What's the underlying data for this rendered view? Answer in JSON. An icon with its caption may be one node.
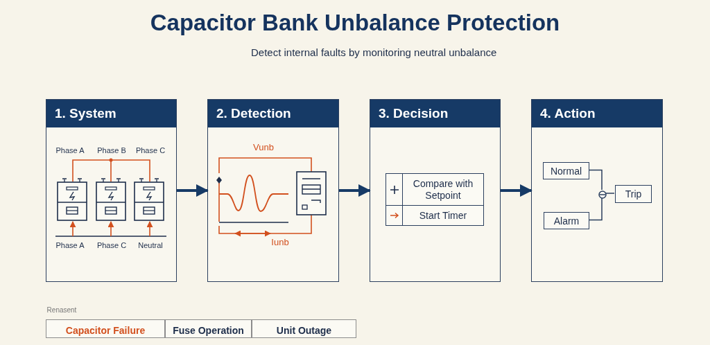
{
  "diagram": {
    "title": "Capacitor Bank Unbalance Protection",
    "nodes": [
      {
        "text": [
          "1. System"
        ]
      },
      {
        "text": [
          "2. Detection"
        ]
      },
      {
        "text": [
          "3. Decision"
        ]
      },
      {
        "text": [
          "4. Action"
        ]
      },
      {
        "text": [
          "Compare with Setpoint"
        ],
        "in": 2
      },
      {
        "text": [
          "Start Timer"
        ],
        "in": 2
      },
      {
        "text": [
          "Normal"
        ],
        "in": 3
      },
      {
        "text": [
          "Alarm"
        ],
        "in": 3
      },
      {
        "text": [],
        "shape": "circle",
        "in": 3
      },
      {
        "text": [
          "Trip"
        ],
        "in": 3
      }
    ],
    "edges": [
      {
        "from": 0,
        "to": 1,
        "arrow": "to",
        "style": "thick"
      },
      {
        "from": 1,
        "to": 2,
        "arrow": "to",
        "style": "thick"
      },
      {
        "from": 2,
        "to": 3,
        "arrow": "to",
        "style": "thick"
      },
      {
        "from": 6,
        "to": 8,
        "arrow": "none"
      },
      {
        "from": 7,
        "to": 8,
        "arrow": "none"
      },
      {
        "from": 8,
        "to": 9,
        "arrow": "none"
      }
    ],
    "labels": [
      "Detect internal faults by monitoring neutral unbalance",
      "Phase A",
      "Phase B",
      "Phase C",
      "Phase A",
      "Phase C",
      "Neutral",
      "Vunb",
      "Iunb",
      "Renasent",
      "Capacitor Failure",
      "Fuse Operation",
      "Unit Outage"
    ]
  }
}
